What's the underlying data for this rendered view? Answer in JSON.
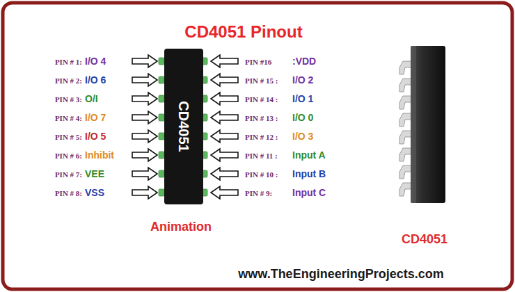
{
  "diagram": {
    "title": "CD4051 Pinout",
    "nodes": [
      {
        "text": [
          "CD4051"
        ]
      }
    ],
    "labels": [
      "PIN # 1:",
      "I/O 4",
      "PIN # 2:",
      "I/O 6",
      "PIN # 3:",
      "O/I",
      "PIN # 4:",
      "I/O 7",
      "PIN # 5:",
      "I/O 5",
      "PIN # 6:",
      "Inhibit",
      "PIN # 7:",
      "VEE",
      "PIN # 8:",
      "VSS",
      "PIN #16",
      ":VDD",
      "PIN # 15 :",
      "I/O 2",
      "PIN # 14 :",
      "I/O 1",
      "PIN # 13 :",
      "I/O 0",
      "PIN # 12 :",
      "I/O 3",
      "PIN # 11 :",
      "Input A",
      "PIN # 10 :",
      "Input B",
      "PIN # 9:",
      "Input C",
      "Animation",
      "CD4051",
      "www.TheEngineeringProjects.com"
    ]
  }
}
